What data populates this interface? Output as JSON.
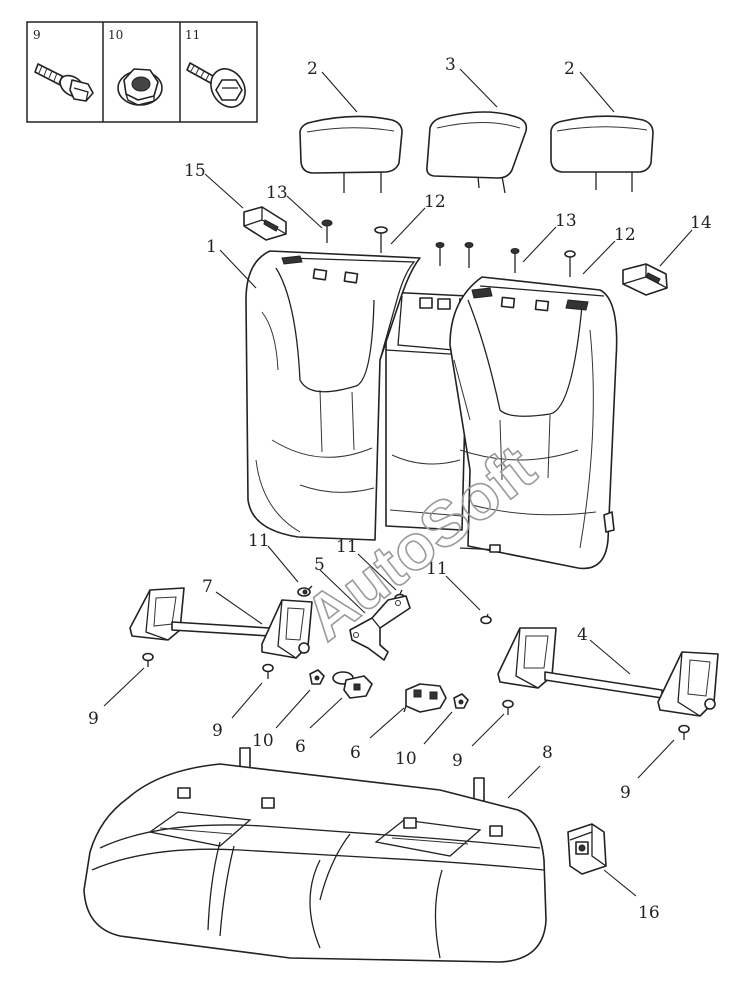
{
  "inset_boxes": [
    {
      "number": "9",
      "icon": "flange-bolt-icon"
    },
    {
      "number": "10",
      "icon": "flange-nut-icon"
    },
    {
      "number": "11",
      "icon": "washer-bolt-icon"
    }
  ],
  "callouts": [
    {
      "id": "c2a",
      "label": "2"
    },
    {
      "id": "c3",
      "label": "3"
    },
    {
      "id": "c2b",
      "label": "2"
    },
    {
      "id": "c15",
      "label": "15"
    },
    {
      "id": "c13a",
      "label": "13"
    },
    {
      "id": "c12a",
      "label": "12"
    },
    {
      "id": "c13b",
      "label": "13"
    },
    {
      "id": "c12b",
      "label": "12"
    },
    {
      "id": "c14",
      "label": "14"
    },
    {
      "id": "c1",
      "label": "1"
    },
    {
      "id": "c11a",
      "label": "11"
    },
    {
      "id": "c11b",
      "label": "11"
    },
    {
      "id": "c11c",
      "label": "11"
    },
    {
      "id": "c5",
      "label": "5"
    },
    {
      "id": "c7",
      "label": "7"
    },
    {
      "id": "c4",
      "label": "4"
    },
    {
      "id": "c9a",
      "label": "9"
    },
    {
      "id": "c9b",
      "label": "9"
    },
    {
      "id": "c10a",
      "label": "10"
    },
    {
      "id": "c6a",
      "label": "6"
    },
    {
      "id": "c6b",
      "label": "6"
    },
    {
      "id": "c10b",
      "label": "10"
    },
    {
      "id": "c9c",
      "label": "9"
    },
    {
      "id": "c9d",
      "label": "9"
    },
    {
      "id": "c8",
      "label": "8"
    },
    {
      "id": "c16",
      "label": "16"
    }
  ],
  "watermark": "AutoSoft"
}
